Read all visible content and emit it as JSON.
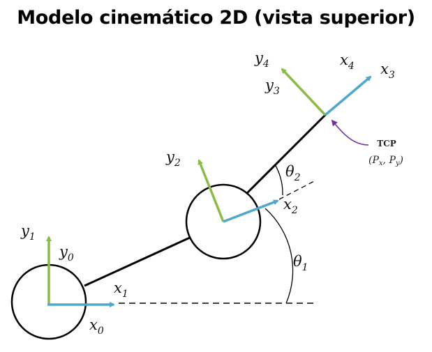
{
  "title": "Modelo cinemático 2D (vista superior)",
  "colors": {
    "x_axis": "#4fa8cc",
    "y_axis": "#8cbb4a",
    "link": "#000000",
    "tcp_arrow": "#7030a0"
  },
  "labels": {
    "y1": "y",
    "y1_sub": "1",
    "y0": "y",
    "y0_sub": "0",
    "x1": "x",
    "x1_sub": "1",
    "x0": "x",
    "x0_sub": "0",
    "y2": "y",
    "y2_sub": "2",
    "x2": "x",
    "x2_sub": "2",
    "theta1": "θ",
    "theta1_sub": "1",
    "theta2": "θ",
    "theta2_sub": "2",
    "y4": "y",
    "y4_sub": "4",
    "y3": "y",
    "y3_sub": "3",
    "x4": "x",
    "x4_sub": "4",
    "x3": "x",
    "x3_sub": "3"
  },
  "tcp": {
    "label": "TCP",
    "coords": "(Px, Py)",
    "open": "(",
    "px": "P",
    "px_sub": "x",
    "sep": ", ",
    "py": "P",
    "py_sub": "y",
    "close": ")"
  }
}
